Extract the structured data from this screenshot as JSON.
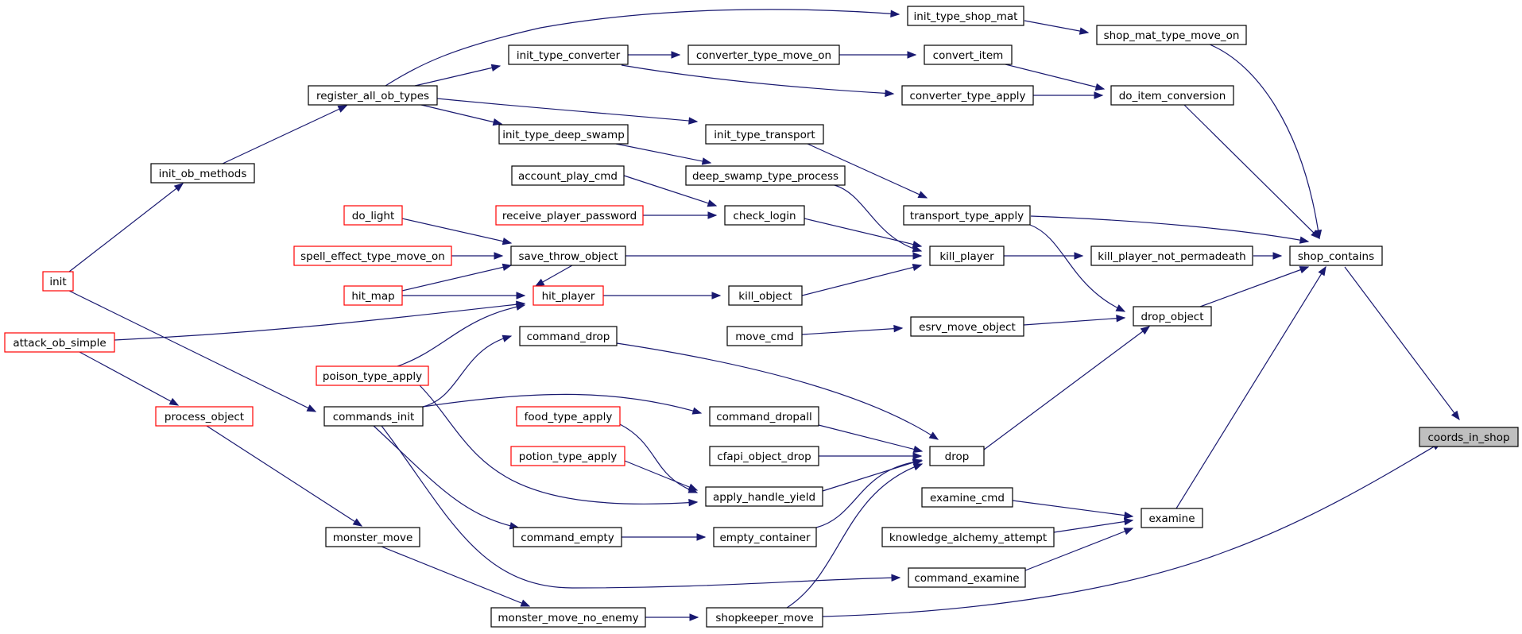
{
  "colors": {
    "edge": "#191970",
    "node_border": "#000000",
    "truncated_border": "#ff0000",
    "root_fill": "#bfbfbf",
    "node_fill": "#ffffff"
  },
  "nodes": [
    {
      "id": "coords_in_shop",
      "label": "coords_in_shop",
      "style": "root"
    },
    {
      "id": "shop_contains",
      "label": "shop_contains",
      "style": "normal"
    },
    {
      "id": "shop_mat_type_move_on",
      "label": "shop_mat_type_move_on",
      "style": "normal"
    },
    {
      "id": "init_type_shop_mat",
      "label": "init_type_shop_mat",
      "style": "normal"
    },
    {
      "id": "register_all_ob_types",
      "label": "register_all_ob_types",
      "style": "normal"
    },
    {
      "id": "init_ob_methods",
      "label": "init_ob_methods",
      "style": "normal"
    },
    {
      "id": "init",
      "label": "init",
      "style": "truncated"
    },
    {
      "id": "do_item_conversion",
      "label": "do_item_conversion",
      "style": "normal"
    },
    {
      "id": "convert_item",
      "label": "convert_item",
      "style": "normal"
    },
    {
      "id": "converter_type_move_on",
      "label": "converter_type_move_on",
      "style": "normal"
    },
    {
      "id": "init_type_converter",
      "label": "init_type_converter",
      "style": "normal"
    },
    {
      "id": "converter_type_apply",
      "label": "converter_type_apply",
      "style": "normal"
    },
    {
      "id": "transport_type_apply",
      "label": "transport_type_apply",
      "style": "normal"
    },
    {
      "id": "init_type_transport",
      "label": "init_type_transport",
      "style": "normal"
    },
    {
      "id": "kill_player_not_permadeath",
      "label": "kill_player_not_permadeath",
      "style": "normal"
    },
    {
      "id": "kill_player",
      "label": "kill_player",
      "style": "normal"
    },
    {
      "id": "deep_swamp_type_process",
      "label": "deep_swamp_type_process",
      "style": "normal"
    },
    {
      "id": "init_type_deep_swamp",
      "label": "init_type_deep_swamp",
      "style": "normal"
    },
    {
      "id": "check_login",
      "label": "check_login",
      "style": "normal"
    },
    {
      "id": "account_play_cmd",
      "label": "account_play_cmd",
      "style": "normal"
    },
    {
      "id": "receive_player_password",
      "label": "receive_player_password",
      "style": "truncated"
    },
    {
      "id": "save_throw_object",
      "label": "save_throw_object",
      "style": "normal"
    },
    {
      "id": "do_light",
      "label": "do_light",
      "style": "truncated"
    },
    {
      "id": "spell_effect_type_move_on",
      "label": "spell_effect_type_move_on",
      "style": "truncated"
    },
    {
      "id": "hit_map",
      "label": "hit_map",
      "style": "truncated"
    },
    {
      "id": "kill_object",
      "label": "kill_object",
      "style": "normal"
    },
    {
      "id": "hit_player",
      "label": "hit_player",
      "style": "truncated"
    },
    {
      "id": "attack_ob_simple",
      "label": "attack_ob_simple",
      "style": "truncated"
    },
    {
      "id": "poison_type_apply",
      "label": "poison_type_apply",
      "style": "truncated"
    },
    {
      "id": "drop_object",
      "label": "drop_object",
      "style": "normal"
    },
    {
      "id": "esrv_move_object",
      "label": "esrv_move_object",
      "style": "normal"
    },
    {
      "id": "move_cmd",
      "label": "move_cmd",
      "style": "normal"
    },
    {
      "id": "drop",
      "label": "drop",
      "style": "normal"
    },
    {
      "id": "command_drop",
      "label": "command_drop",
      "style": "normal"
    },
    {
      "id": "commands_init",
      "label": "commands_init",
      "style": "normal"
    },
    {
      "id": "command_dropall",
      "label": "command_dropall",
      "style": "normal"
    },
    {
      "id": "cfapi_object_drop",
      "label": "cfapi_object_drop",
      "style": "normal"
    },
    {
      "id": "apply_handle_yield",
      "label": "apply_handle_yield",
      "style": "normal"
    },
    {
      "id": "food_type_apply",
      "label": "food_type_apply",
      "style": "truncated"
    },
    {
      "id": "potion_type_apply",
      "label": "potion_type_apply",
      "style": "truncated"
    },
    {
      "id": "empty_container",
      "label": "empty_container",
      "style": "normal"
    },
    {
      "id": "command_empty",
      "label": "command_empty",
      "style": "normal"
    },
    {
      "id": "process_object",
      "label": "process_object",
      "style": "truncated"
    },
    {
      "id": "monster_move",
      "label": "monster_move",
      "style": "normal"
    },
    {
      "id": "examine",
      "label": "examine",
      "style": "normal"
    },
    {
      "id": "examine_cmd",
      "label": "examine_cmd",
      "style": "normal"
    },
    {
      "id": "knowledge_alchemy_attempt",
      "label": "knowledge_alchemy_attempt",
      "style": "normal"
    },
    {
      "id": "command_examine",
      "label": "command_examine",
      "style": "normal"
    },
    {
      "id": "shopkeeper_move",
      "label": "shopkeeper_move",
      "style": "normal"
    },
    {
      "id": "monster_move_no_enemy",
      "label": "monster_move_no_enemy",
      "style": "normal"
    }
  ],
  "edges": [
    {
      "from": "shop_contains",
      "to": "coords_in_shop"
    },
    {
      "from": "shopkeeper_move",
      "to": "coords_in_shop"
    },
    {
      "from": "shop_mat_type_move_on",
      "to": "shop_contains"
    },
    {
      "from": "do_item_conversion",
      "to": "shop_contains"
    },
    {
      "from": "transport_type_apply",
      "to": "shop_contains"
    },
    {
      "from": "kill_player_not_permadeath",
      "to": "shop_contains"
    },
    {
      "from": "drop_object",
      "to": "shop_contains"
    },
    {
      "from": "examine",
      "to": "shop_contains"
    },
    {
      "from": "init_type_shop_mat",
      "to": "shop_mat_type_move_on"
    },
    {
      "from": "register_all_ob_types",
      "to": "init_type_shop_mat"
    },
    {
      "from": "init_ob_methods",
      "to": "register_all_ob_types"
    },
    {
      "from": "init",
      "to": "init_ob_methods"
    },
    {
      "from": "convert_item",
      "to": "do_item_conversion"
    },
    {
      "from": "converter_type_apply",
      "to": "do_item_conversion"
    },
    {
      "from": "converter_type_move_on",
      "to": "convert_item"
    },
    {
      "from": "init_type_converter",
      "to": "converter_type_move_on"
    },
    {
      "from": "register_all_ob_types",
      "to": "init_type_converter"
    },
    {
      "from": "init_type_converter",
      "to": "converter_type_apply"
    },
    {
      "from": "init_type_transport",
      "to": "transport_type_apply"
    },
    {
      "from": "register_all_ob_types",
      "to": "init_type_transport"
    },
    {
      "from": "kill_player",
      "to": "kill_player_not_permadeath"
    },
    {
      "from": "deep_swamp_type_process",
      "to": "kill_player"
    },
    {
      "from": "init_type_deep_swamp",
      "to": "deep_swamp_type_process"
    },
    {
      "from": "register_all_ob_types",
      "to": "init_type_deep_swamp"
    },
    {
      "from": "check_login",
      "to": "kill_player"
    },
    {
      "from": "account_play_cmd",
      "to": "check_login"
    },
    {
      "from": "receive_player_password",
      "to": "check_login"
    },
    {
      "from": "save_throw_object",
      "to": "kill_player"
    },
    {
      "from": "do_light",
      "to": "save_throw_object"
    },
    {
      "from": "spell_effect_type_move_on",
      "to": "save_throw_object"
    },
    {
      "from": "hit_map",
      "to": "save_throw_object"
    },
    {
      "from": "kill_object",
      "to": "kill_player"
    },
    {
      "from": "hit_player",
      "to": "kill_object"
    },
    {
      "from": "save_throw_object",
      "to": "hit_player"
    },
    {
      "from": "hit_map",
      "to": "hit_player"
    },
    {
      "from": "attack_ob_simple",
      "to": "hit_player"
    },
    {
      "from": "poison_type_apply",
      "to": "hit_player"
    },
    {
      "from": "transport_type_apply",
      "to": "drop_object"
    },
    {
      "from": "esrv_move_object",
      "to": "drop_object"
    },
    {
      "from": "move_cmd",
      "to": "esrv_move_object"
    },
    {
      "from": "drop",
      "to": "drop_object"
    },
    {
      "from": "command_drop",
      "to": "drop"
    },
    {
      "from": "commands_init",
      "to": "command_drop"
    },
    {
      "from": "init",
      "to": "commands_init"
    },
    {
      "from": "command_dropall",
      "to": "drop"
    },
    {
      "from": "commands_init",
      "to": "command_dropall"
    },
    {
      "from": "cfapi_object_drop",
      "to": "drop"
    },
    {
      "from": "apply_handle_yield",
      "to": "drop"
    },
    {
      "from": "food_type_apply",
      "to": "apply_handle_yield"
    },
    {
      "from": "potion_type_apply",
      "to": "apply_handle_yield"
    },
    {
      "from": "poison_type_apply",
      "to": "apply_handle_yield"
    },
    {
      "from": "empty_container",
      "to": "drop"
    },
    {
      "from": "command_empty",
      "to": "empty_container"
    },
    {
      "from": "commands_init",
      "to": "command_empty"
    },
    {
      "from": "shopkeeper_move",
      "to": "drop"
    },
    {
      "from": "attack_ob_simple",
      "to": "process_object"
    },
    {
      "from": "process_object",
      "to": "monster_move"
    },
    {
      "from": "monster_move",
      "to": "monster_move_no_enemy"
    },
    {
      "from": "monster_move_no_enemy",
      "to": "shopkeeper_move"
    },
    {
      "from": "examine_cmd",
      "to": "examine"
    },
    {
      "from": "knowledge_alchemy_attempt",
      "to": "examine"
    },
    {
      "from": "command_examine",
      "to": "examine"
    },
    {
      "from": "commands_init",
      "to": "command_examine"
    }
  ]
}
